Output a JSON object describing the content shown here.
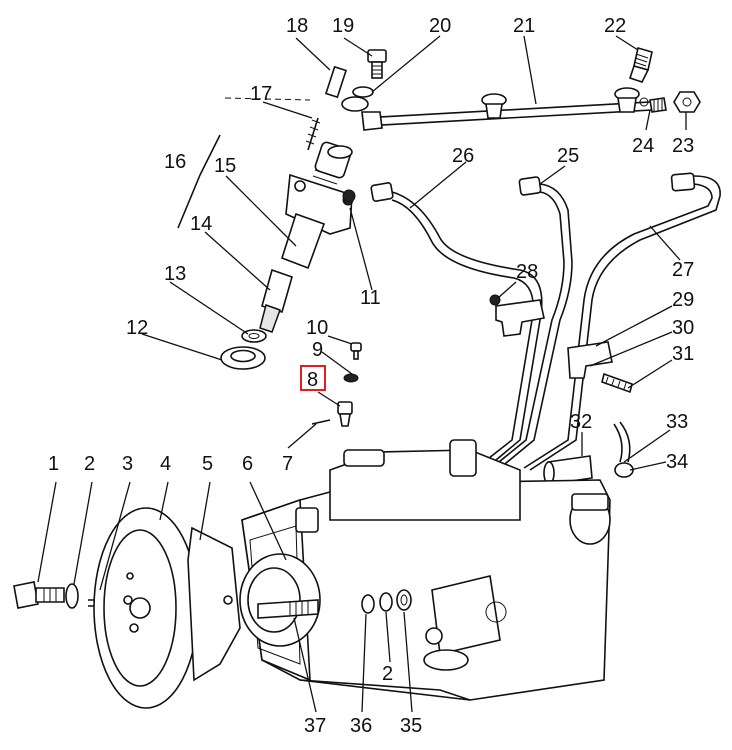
{
  "highlight": {
    "label_id": "8",
    "color": "#e02020"
  },
  "labels": [
    {
      "id": "1",
      "text": "1"
    },
    {
      "id": "2",
      "text": "2"
    },
    {
      "id": "3",
      "text": "3"
    },
    {
      "id": "4",
      "text": "4"
    },
    {
      "id": "5",
      "text": "5"
    },
    {
      "id": "6",
      "text": "6"
    },
    {
      "id": "7",
      "text": "7"
    },
    {
      "id": "8",
      "text": "8"
    },
    {
      "id": "9",
      "text": "9"
    },
    {
      "id": "10",
      "text": "10"
    },
    {
      "id": "11",
      "text": "11"
    },
    {
      "id": "12",
      "text": "12"
    },
    {
      "id": "13",
      "text": "13"
    },
    {
      "id": "14",
      "text": "14"
    },
    {
      "id": "15",
      "text": "15"
    },
    {
      "id": "16",
      "text": "16"
    },
    {
      "id": "17",
      "text": "17"
    },
    {
      "id": "18",
      "text": "18"
    },
    {
      "id": "19",
      "text": "19"
    },
    {
      "id": "20",
      "text": "20"
    },
    {
      "id": "21",
      "text": "21"
    },
    {
      "id": "22",
      "text": "22"
    },
    {
      "id": "23",
      "text": "23"
    },
    {
      "id": "24",
      "text": "24"
    },
    {
      "id": "25",
      "text": "25"
    },
    {
      "id": "26",
      "text": "26"
    },
    {
      "id": "27",
      "text": "27"
    },
    {
      "id": "28",
      "text": "28"
    },
    {
      "id": "29",
      "text": "29"
    },
    {
      "id": "30",
      "text": "30"
    },
    {
      "id": "31",
      "text": "31"
    },
    {
      "id": "32",
      "text": "32"
    },
    {
      "id": "33",
      "text": "33"
    },
    {
      "id": "34",
      "text": "34"
    },
    {
      "id": "2b",
      "text": "2"
    },
    {
      "id": "35",
      "text": "35"
    },
    {
      "id": "36",
      "text": "36"
    },
    {
      "id": "37",
      "text": "37"
    }
  ]
}
